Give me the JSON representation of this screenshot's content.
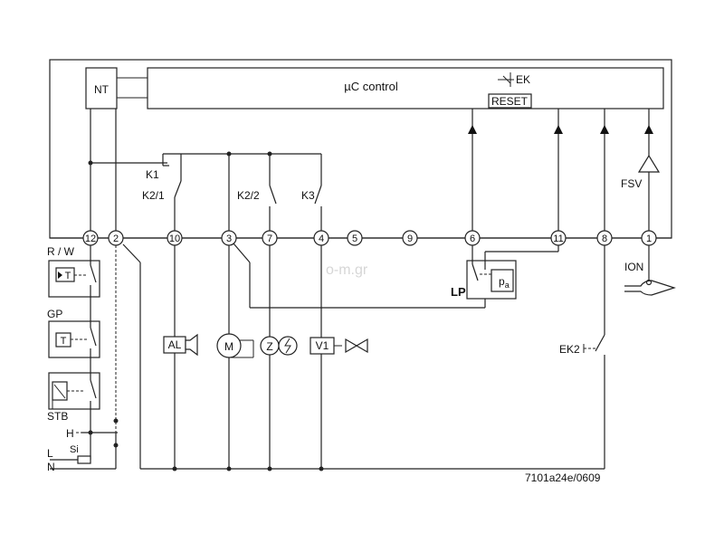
{
  "control": {
    "title": "µC control",
    "nt": "NT",
    "ek": "EK",
    "reset": "RESET"
  },
  "terminals": [
    "12",
    "2",
    "10",
    "3",
    "7",
    "4",
    "5",
    "9",
    "6",
    "11",
    "8",
    "1"
  ],
  "contacts": {
    "k1": "K1",
    "k21": "K2/1",
    "k22": "K2/2",
    "k3": "K3"
  },
  "left_devices": {
    "rw": "R / W",
    "gp": "GP",
    "stb": "STB",
    "t_symbol": "T",
    "h": "H",
    "l": "L",
    "n": "N",
    "si": "Si"
  },
  "loads": {
    "al": "AL",
    "m": "M",
    "z": "Z",
    "v1": "V1"
  },
  "right_devices": {
    "fsv": "FSV",
    "ion": "ION",
    "lp": "LP",
    "pa": "p",
    "pa_sub": "a",
    "ek2": "EK2"
  },
  "watermark": "o-m.gr",
  "drawing_code": "7101a24e/0609"
}
